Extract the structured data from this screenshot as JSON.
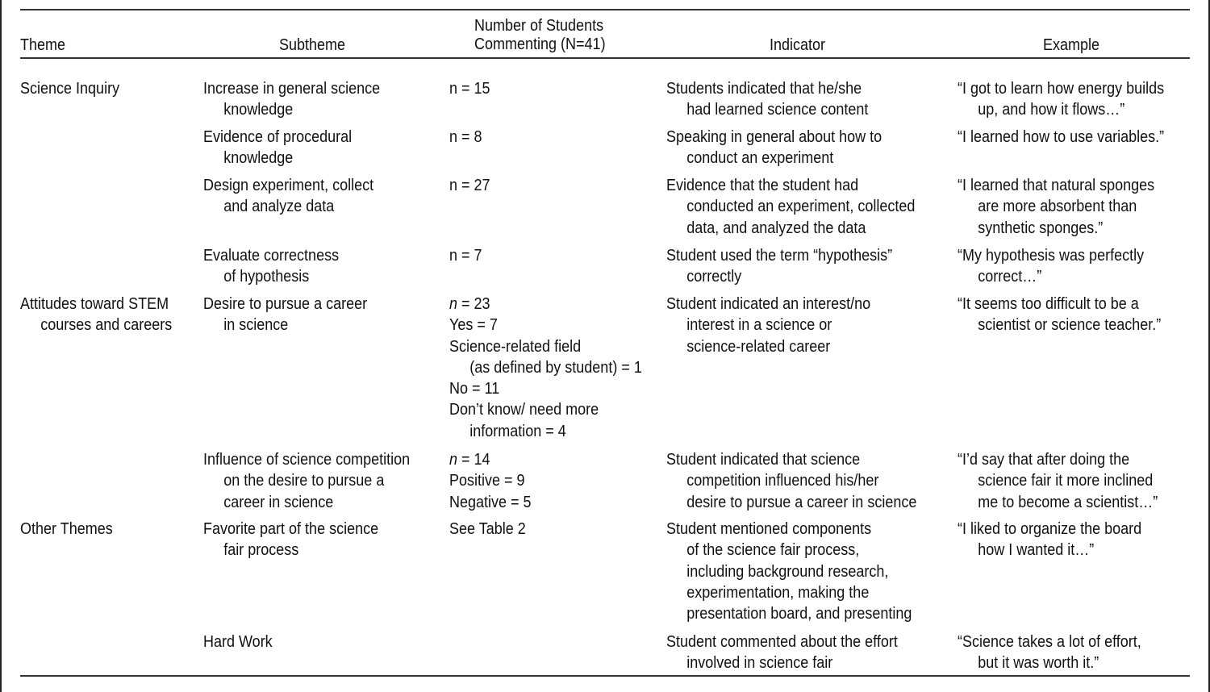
{
  "header": {
    "theme": "Theme",
    "subtheme": "Subtheme",
    "count_line1": "Number of Students",
    "count_line2": "Commenting (N=41)",
    "indicator": "Indicator",
    "example": "Example"
  },
  "rows": [
    {
      "theme": [
        "Science Inquiry"
      ],
      "subtheme": [
        "Increase in general science",
        "knowledge"
      ],
      "count": [
        "n = 15"
      ],
      "indicator": [
        "Students indicated that he/she",
        "had learned science content"
      ],
      "example": [
        "“I got to learn how energy builds",
        "up, and how it flows…”"
      ]
    },
    {
      "theme": [],
      "subtheme": [
        "Evidence of procedural",
        "knowledge"
      ],
      "count": [
        "n = 8"
      ],
      "indicator": [
        "Speaking in general about how to",
        "conduct an experiment"
      ],
      "example": [
        "“I learned how to use variables.”"
      ]
    },
    {
      "theme": [],
      "subtheme": [
        "Design experiment, collect",
        "and analyze data"
      ],
      "count": [
        "n = 27"
      ],
      "indicator": [
        "Evidence that the student had",
        "conducted an experiment, collected",
        "data, and analyzed the data"
      ],
      "example": [
        "“I learned that natural sponges",
        "are more absorbent than",
        "synthetic sponges.”"
      ]
    },
    {
      "theme": [],
      "subtheme": [
        "Evaluate correctness",
        "of hypothesis"
      ],
      "count": [
        "n = 7"
      ],
      "indicator": [
        "Student used the term “hypothesis”",
        "correctly"
      ],
      "example": [
        "“My hypothesis was perfectly",
        "correct…”"
      ]
    },
    {
      "theme": [
        "Attitudes toward STEM",
        "courses and careers"
      ],
      "subtheme": [
        "Desire to pursue a career",
        "in science"
      ],
      "count_n_label": "n",
      "count_n_value": " = 23",
      "count": [
        "Yes = 7",
        "Science-related field",
        "(as defined by student) = 1",
        "No = 11",
        "Don’t know/ need more",
        "information = 4"
      ],
      "indicator": [
        "Student indicated an interest/no",
        "interest in a science or",
        "science-related career"
      ],
      "example": [
        "“It seems too difficult to be a",
        "scientist or science teacher.”"
      ]
    },
    {
      "theme": [],
      "subtheme": [
        "Influence of science competition",
        "on the desire to pursue a",
        "career in science"
      ],
      "count_n_label": "n",
      "count_n_value": " = 14",
      "count": [
        "Positive = 9",
        "Negative = 5"
      ],
      "indicator": [
        "Student indicated that science",
        "competition influenced his/her",
        "desire to pursue a career in science"
      ],
      "example": [
        "“I’d say that after doing the",
        "science fair it more inclined",
        "me to become a scientist…”"
      ]
    },
    {
      "theme": [
        "Other Themes"
      ],
      "subtheme": [
        "Favorite part of the science",
        "fair process"
      ],
      "count": [
        "See Table 2"
      ],
      "indicator": [
        "Student mentioned components",
        "of the science fair process,",
        "including background research,",
        "experimentation, making the",
        "presentation board, and presenting"
      ],
      "example": [
        "“I liked to organize the board",
        "how I wanted it…”"
      ]
    },
    {
      "theme": [],
      "subtheme": [
        "Hard Work"
      ],
      "count": [],
      "indicator": [
        "Student commented about the effort",
        "involved in science fair"
      ],
      "example": [
        "“Science takes a lot of effort,",
        "but it was worth it.”"
      ]
    }
  ]
}
